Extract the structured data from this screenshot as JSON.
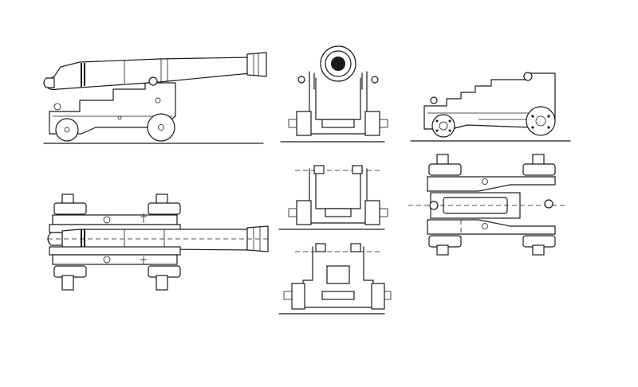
{
  "drawing": {
    "subject": "cannon-on-carriage",
    "views": [
      {
        "id": "side-elevation-with-barrel"
      },
      {
        "id": "front-elevation-with-barrel"
      },
      {
        "id": "carriage-side-elevation"
      },
      {
        "id": "plan-view-with-barrel"
      },
      {
        "id": "carriage-front-elevation"
      },
      {
        "id": "carriage-plan-view"
      },
      {
        "id": "carriage-rear-elevation"
      }
    ],
    "colors": {
      "line": "#1a1a1a",
      "paper": "#ffffff"
    }
  }
}
